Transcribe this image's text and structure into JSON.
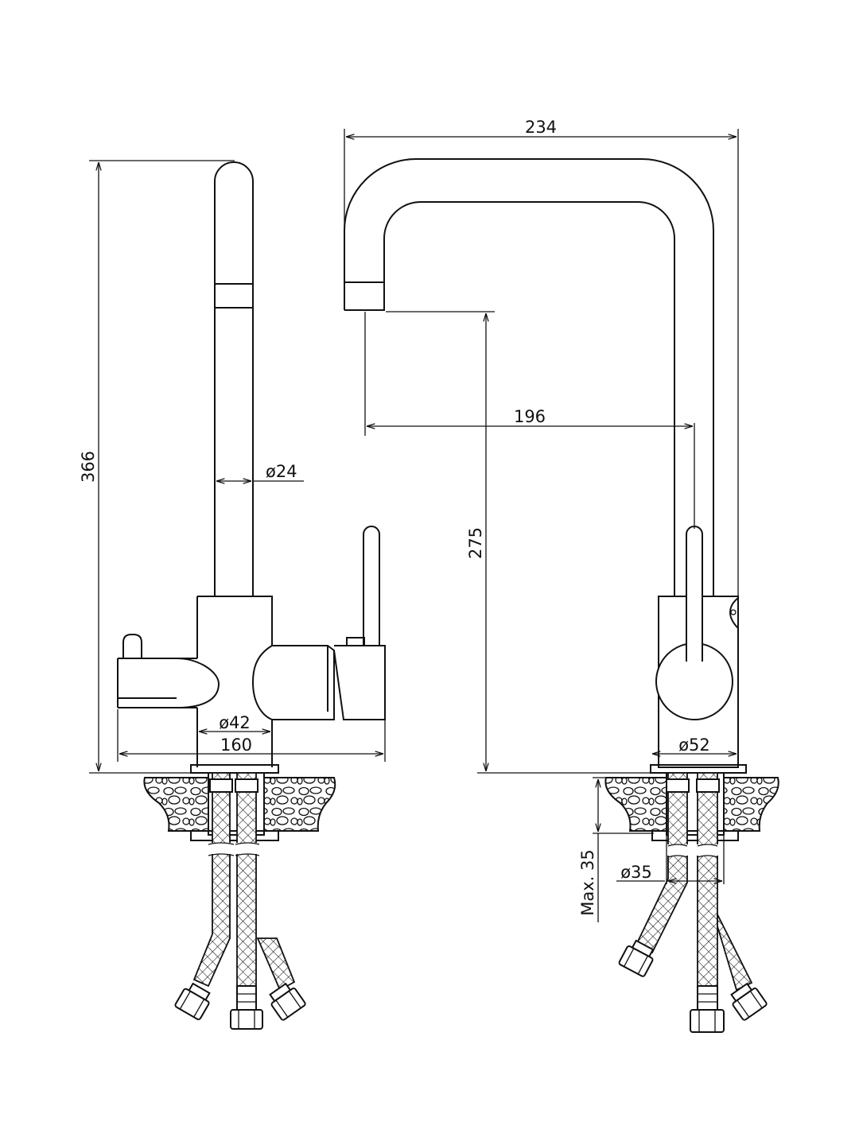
{
  "drawing": {
    "side_view": {
      "overall_height": "366",
      "spout_diameter": "ø24",
      "body_diameter": "ø42",
      "overall_width": "160"
    },
    "front_view": {
      "overall_width": "234",
      "spout_reach": "196",
      "outlet_height": "275",
      "base_diameter": "ø52",
      "max_countertop_thickness": "Max. 35",
      "mounting_hole_diameter": "ø35"
    }
  },
  "colors": {
    "line": "#111111",
    "background": "#ffffff"
  }
}
